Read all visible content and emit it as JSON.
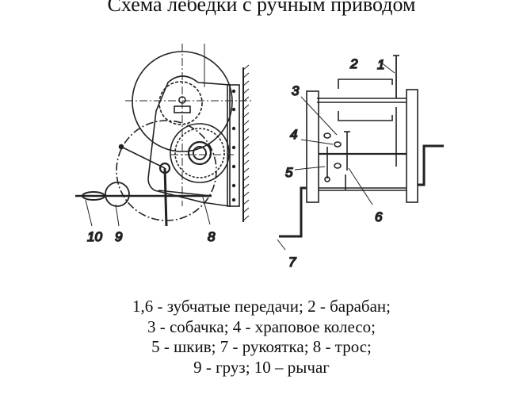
{
  "title": "Схема лебедки с ручным приводом",
  "left_diagram": {
    "labels": [
      "10",
      "9",
      "8"
    ]
  },
  "right_diagram": {
    "labels": [
      "1",
      "2",
      "3",
      "4",
      "5",
      "6",
      "7"
    ]
  },
  "caption": [
    "1,6 - зубчатые передачи; 2 - барабан;",
    "3 - собачка; 4 - храповое колесо;",
    "5 - шкив; 7 - рукоятка; 8 - трос;",
    "9 - груз; 10 – рычаг"
  ]
}
